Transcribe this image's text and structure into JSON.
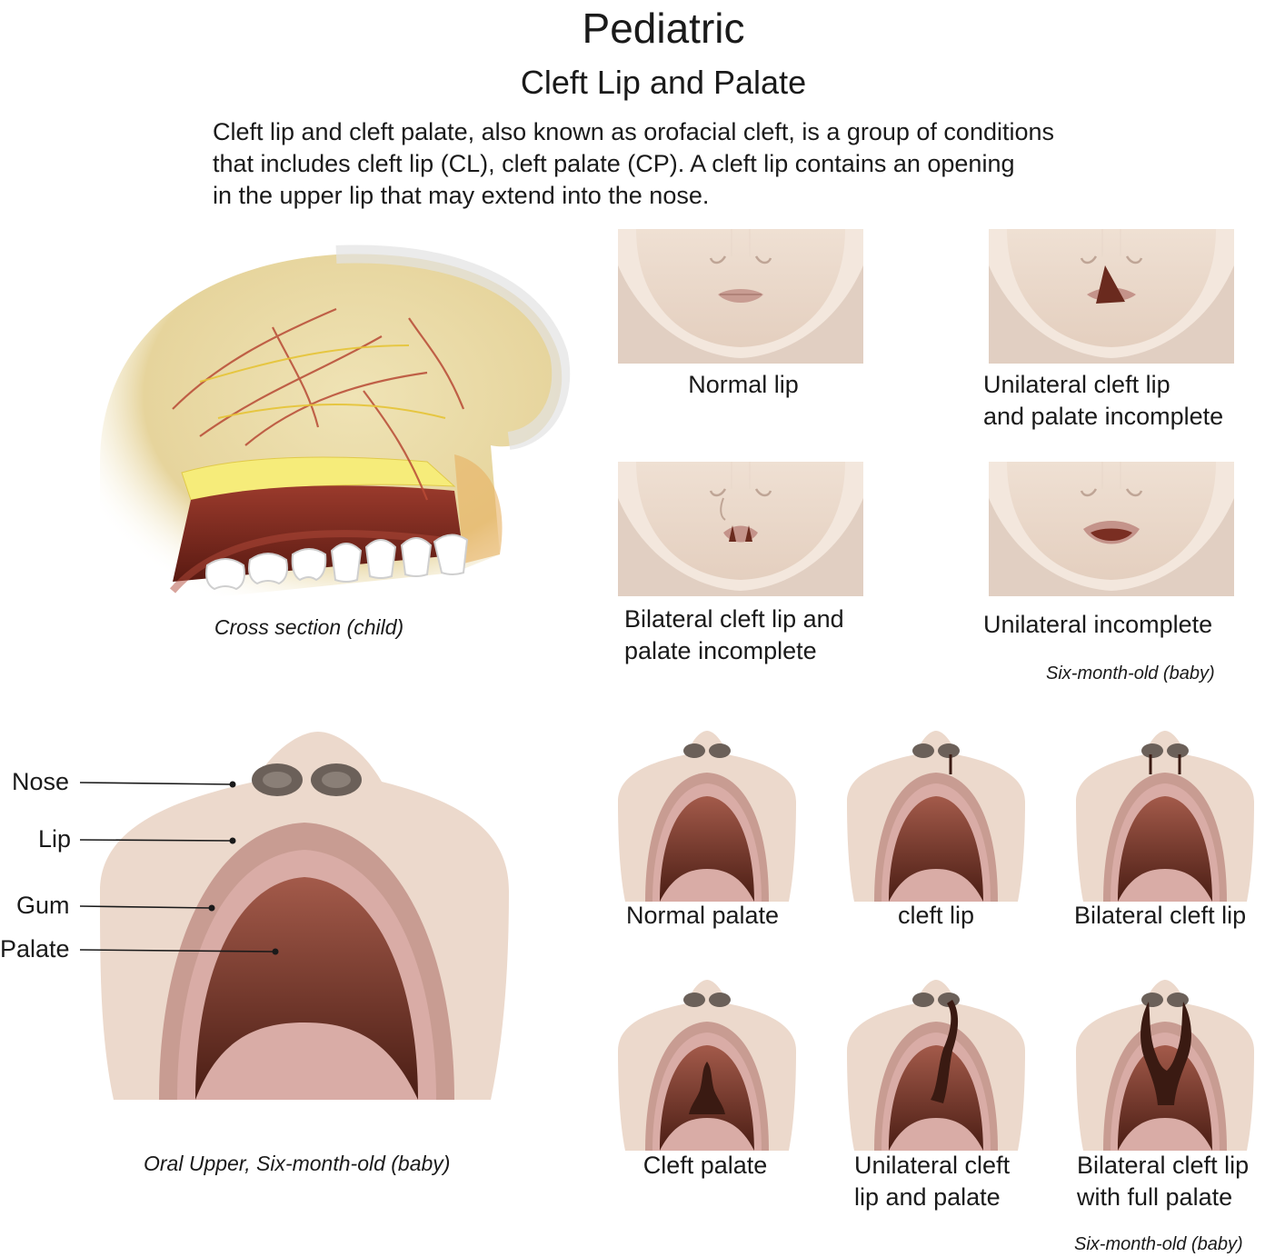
{
  "header": {
    "title": "Pediatric",
    "subtitle": "Cleft Lip and Palate",
    "intro_lines": [
      "Cleft lip and cleft palate, also known as orofacial cleft, is a group of conditions",
      "that includes cleft lip (CL), cleft palate (CP). A cleft lip contains an opening",
      "in the upper lip that may extend into the nose."
    ]
  },
  "cross_section": {
    "caption": "Cross section (child)"
  },
  "lip_panels": [
    {
      "lines": [
        "Normal lip"
      ]
    },
    {
      "lines": [
        "Unilateral cleft lip",
        "and palate incomplete"
      ]
    },
    {
      "lines": [
        "Bilateral cleft lip and",
        "palate incomplete"
      ]
    },
    {
      "lines": [
        "Unilateral incomplete"
      ]
    }
  ],
  "lip_caption": "Six-month-old (baby)",
  "oral_anatomy": {
    "labels": {
      "nose": "Nose",
      "lip": "Lip",
      "gum": "Gum",
      "palate": "Palate"
    },
    "caption": "Oral Upper, Six-month-old (baby)"
  },
  "palate_panels": [
    {
      "lines": [
        "Normal palate"
      ]
    },
    {
      "lines": [
        "cleft lip"
      ]
    },
    {
      "lines": [
        "Bilateral cleft lip"
      ]
    },
    {
      "lines": [
        "Cleft palate"
      ]
    },
    {
      "lines": [
        "Unilateral cleft",
        "lip and palate"
      ]
    },
    {
      "lines": [
        "Bilateral cleft lip",
        "with full palate"
      ]
    }
  ],
  "palate_caption": "Six-month-old (baby)",
  "colors": {
    "skin": "#ecd9cc",
    "skin_dark": "#d9bfaf",
    "lip": "#c89c92",
    "gum": "#d9aca6",
    "palate_top": "#a35a4a",
    "palate_bottom": "#4a1d14",
    "cleft": "#3a1a12",
    "nostril": "#6b6059"
  }
}
